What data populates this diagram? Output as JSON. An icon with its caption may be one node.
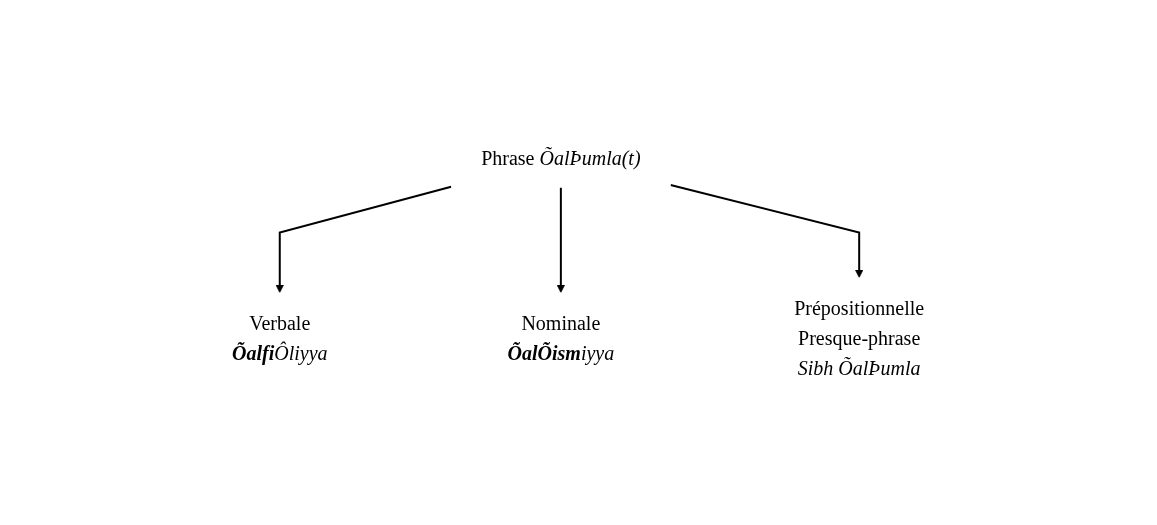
{
  "diagram": {
    "nodes": [
      {
        "text": [
          "Phrase *ÕalÞumla(t)*"
        ]
      },
      {
        "text": [
          "Verbale",
          "**Õalfi**Ôliyya"
        ]
      },
      {
        "text": [
          "Nominale",
          "**ÕalÕism**iyya"
        ]
      },
      {
        "text": [
          "Prépositionnelle",
          "Presque-phrase",
          "Sibh ÕalÞumla"
        ]
      }
    ],
    "edges": [
      {
        "from": 0,
        "to": 1,
        "arrow": "to"
      },
      {
        "from": 0,
        "to": 2,
        "arrow": "to"
      },
      {
        "from": 0,
        "to": 3,
        "arrow": "to"
      }
    ]
  }
}
